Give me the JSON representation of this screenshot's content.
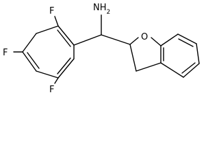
{
  "molecule": {
    "atom_labels": {
      "amine": "NH2",
      "ring_oxygen": "O",
      "fluorine_top": "F",
      "fluorine_para": "F",
      "fluorine_bottom": "F"
    },
    "colors": {
      "bond": "#000000",
      "label": "#000000",
      "background": "#ffffff"
    }
  }
}
